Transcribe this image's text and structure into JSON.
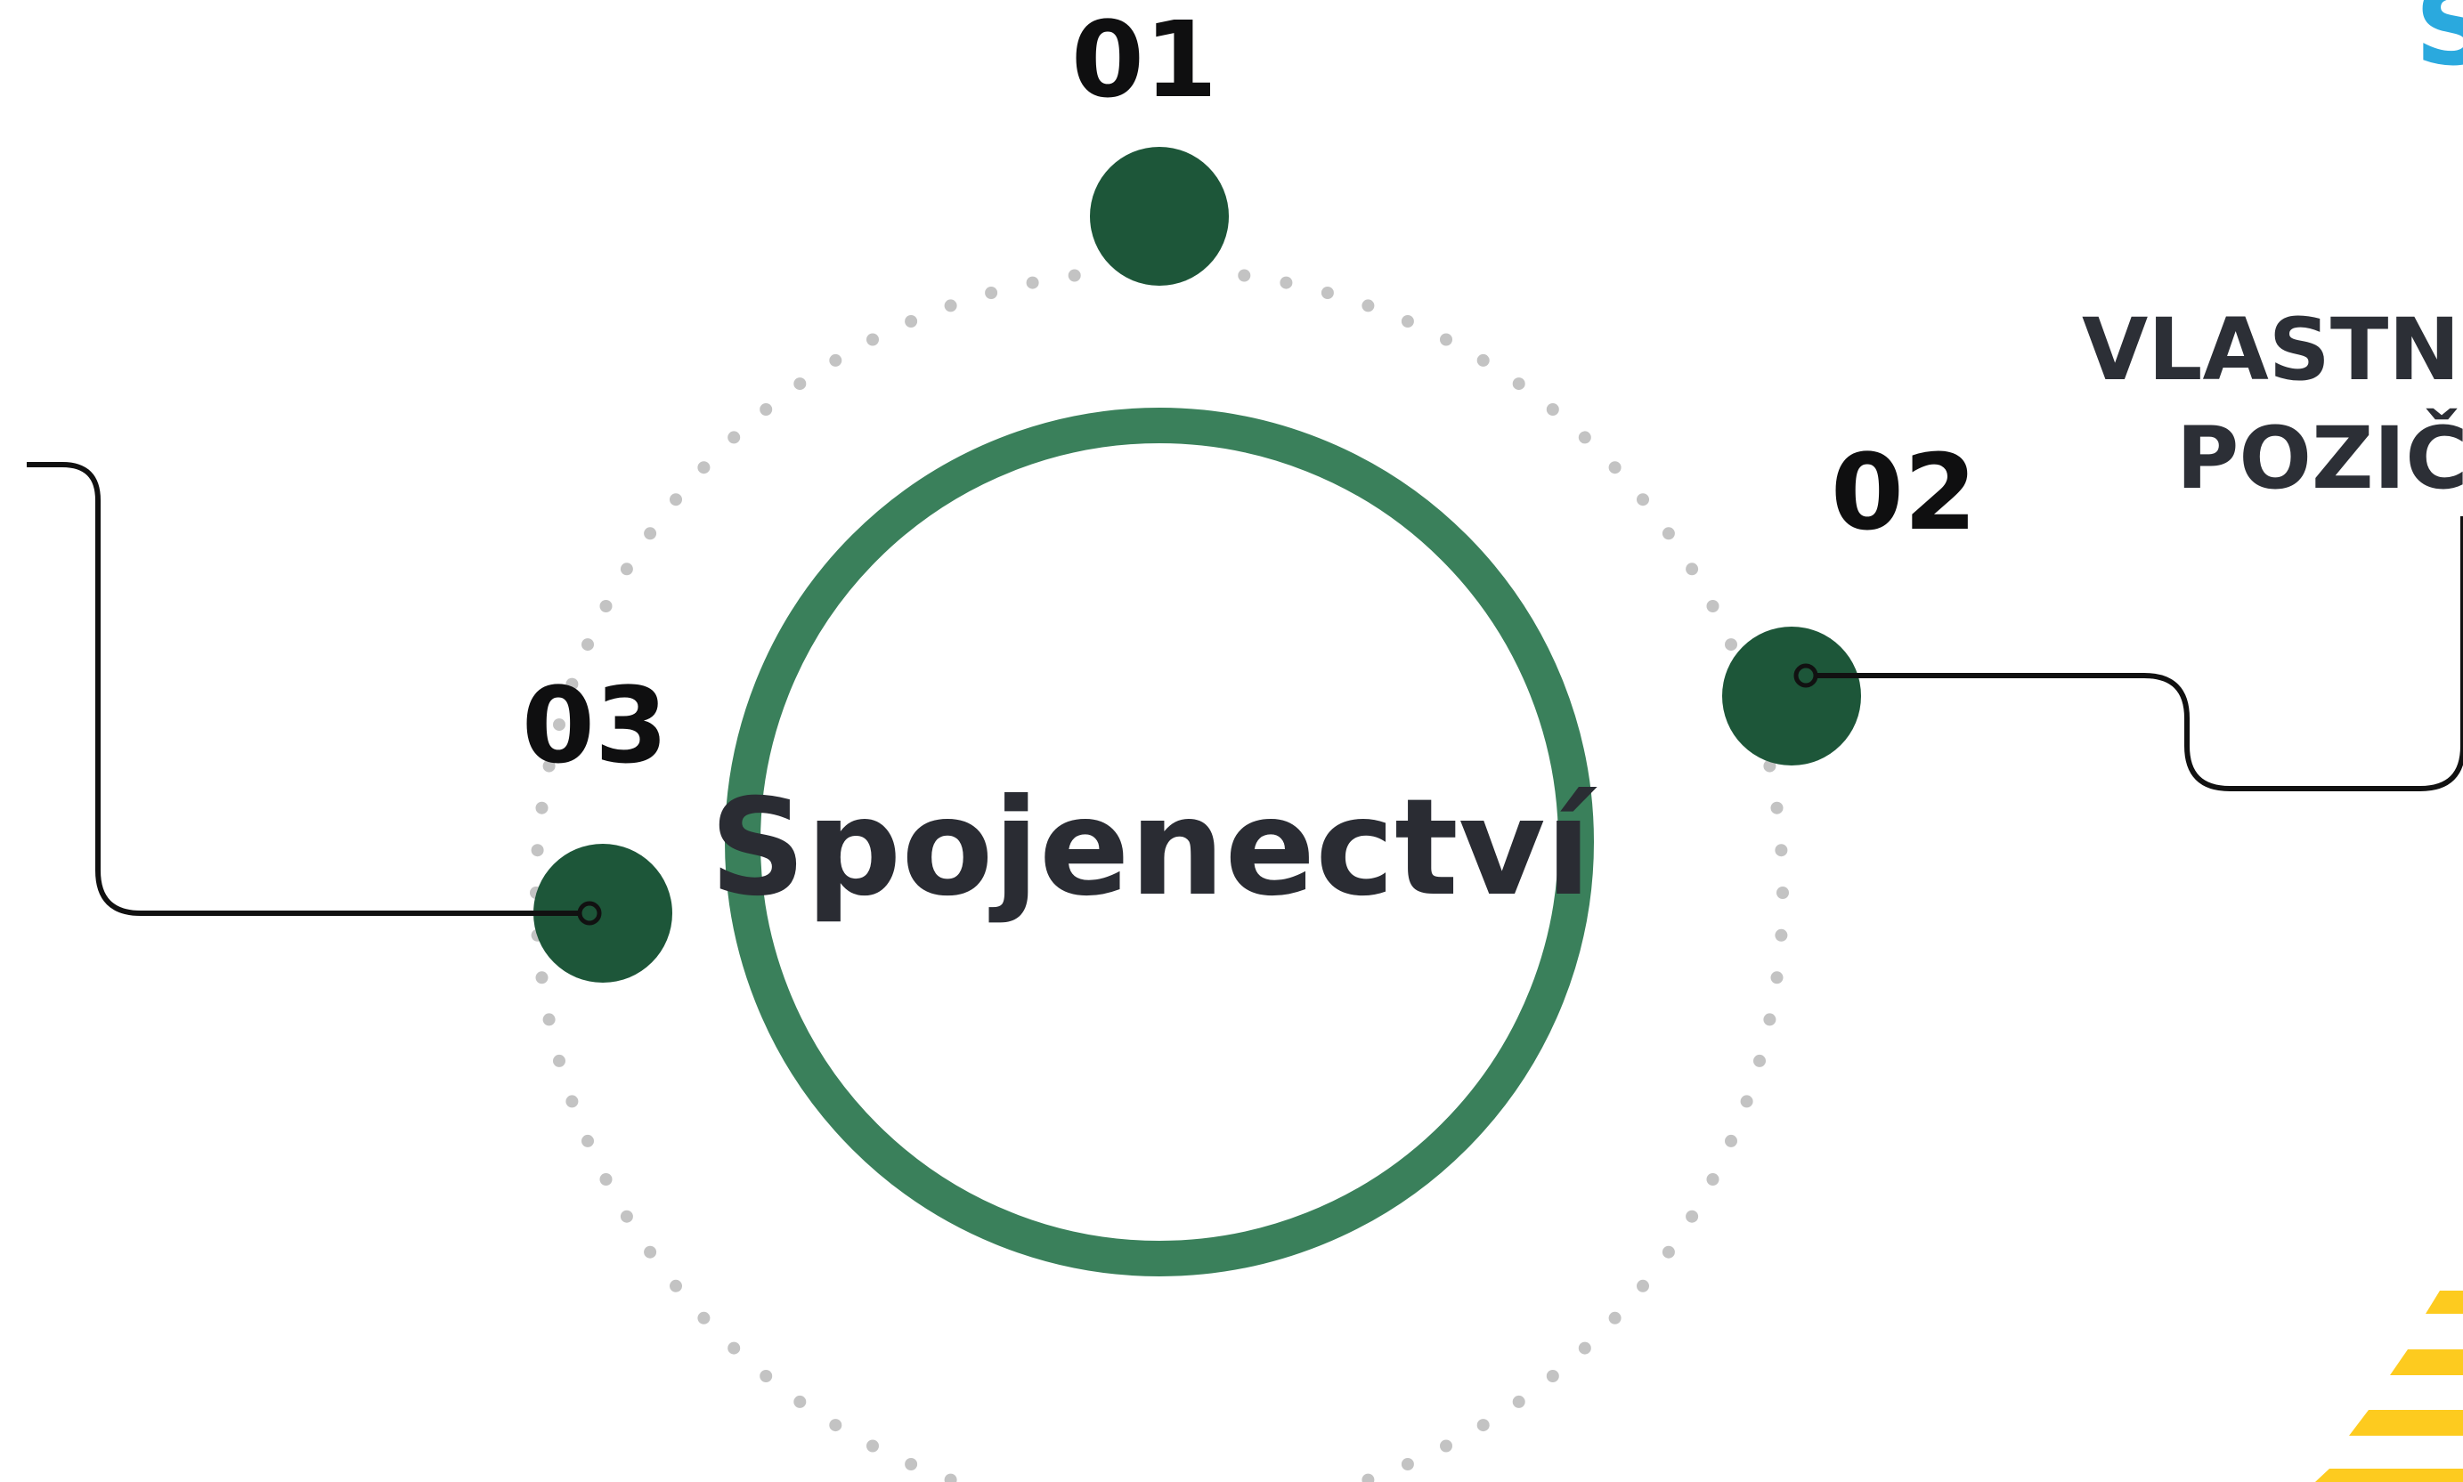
{
  "diagram": {
    "center_title": "Spojenectví",
    "steps": [
      {
        "number": "01",
        "label": ""
      },
      {
        "number": "02",
        "label": "VLASTNĚ POZIČ"
      },
      {
        "number": "03",
        "label": ""
      }
    ],
    "right_label_lines": [
      "VLASTNĚ",
      "POZIČ"
    ],
    "corner_glyph": "S"
  },
  "colors": {
    "node_fill": "#1d5639",
    "ring_stroke": "#3a805b",
    "dot_color": "#c3c3c3",
    "connector": "#111111",
    "accent_blue": "#2aa9de",
    "accent_yellow": "#fdcb1f",
    "text_dark": "#2c2f36"
  }
}
